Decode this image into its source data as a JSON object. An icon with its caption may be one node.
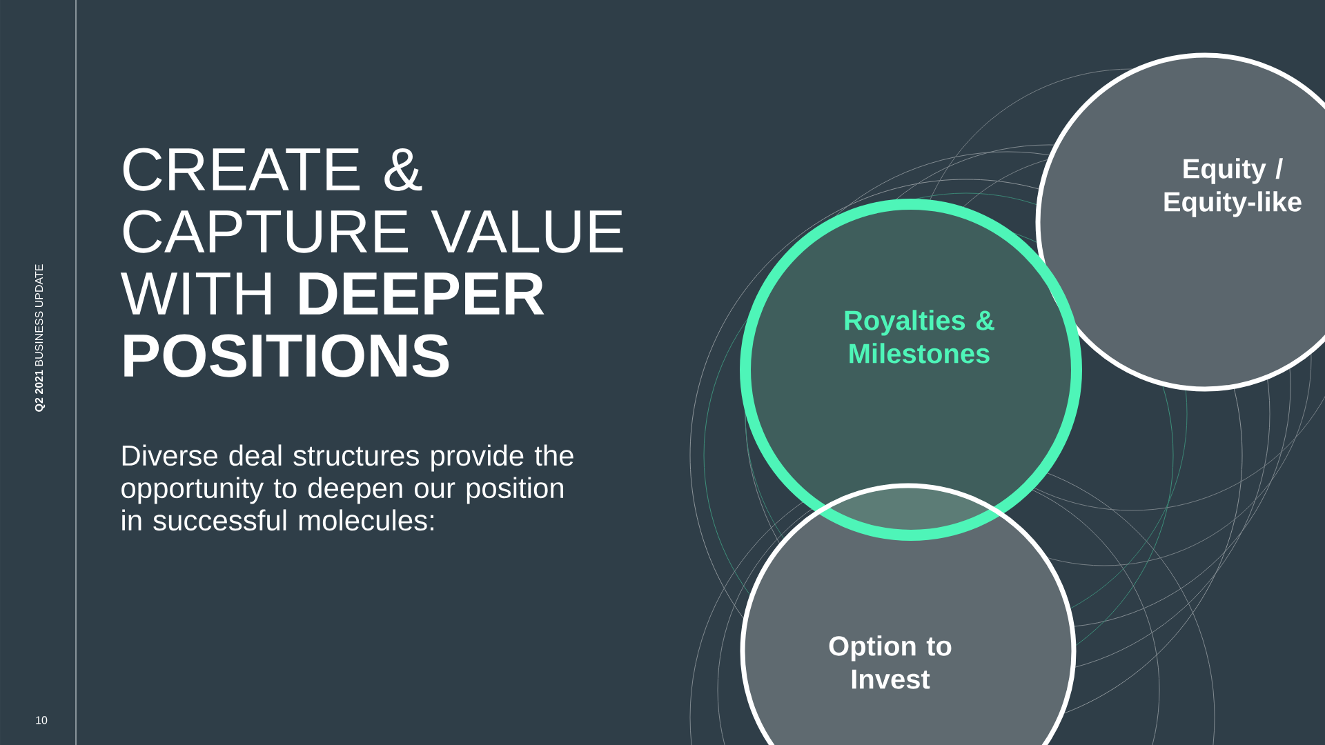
{
  "diagram": {
    "title": "CREATE & CAPTURE VALUE WITH **DEEPER POSITIONS**",
    "nodes": [
      {
        "text": [
          "Equity / Equity-like"
        ]
      },
      {
        "text": [
          "Royalties & Milestones"
        ]
      },
      {
        "text": [
          "Option to Invest"
        ]
      }
    ],
    "labels": [
      "**Q2 2021** BUSINESS UPDATE",
      "Diverse deal structures provide the opportunity to deepen our position in successful molecules:",
      "10"
    ]
  }
}
